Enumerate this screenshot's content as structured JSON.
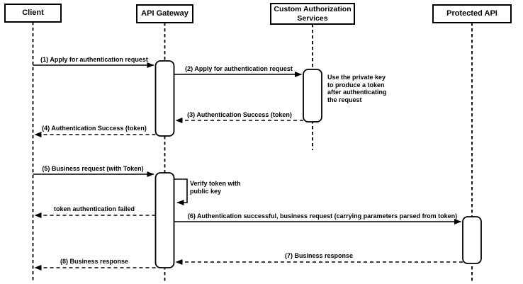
{
  "diagram": {
    "type": "sequence-diagram",
    "colors": {
      "background": "#ffffff",
      "stroke": "#000000",
      "fill": "#ffffff"
    },
    "actors": [
      {
        "id": "client",
        "label": "Client"
      },
      {
        "id": "api-gateway",
        "label": "API Gateway"
      },
      {
        "id": "custom-auth",
        "label": "Custom Authorization Services"
      },
      {
        "id": "protected-api",
        "label": "Protected API"
      }
    ],
    "messages": [
      {
        "label": "(1) Apply for authentication request",
        "from": "client",
        "to": "api-gateway",
        "style": "solid"
      },
      {
        "label": "(2) Apply for authentication request",
        "from": "api-gateway",
        "to": "custom-auth",
        "style": "solid"
      },
      {
        "label": "(3) Authentication Success (token)",
        "from": "custom-auth",
        "to": "api-gateway",
        "style": "dashed"
      },
      {
        "label": "(4) Authentication Success (token)",
        "from": "api-gateway",
        "to": "client",
        "style": "dashed"
      },
      {
        "label": "(5) Business request (with Token)",
        "from": "client",
        "to": "api-gateway",
        "style": "solid"
      },
      {
        "label": "Verify token with public key",
        "from": "api-gateway",
        "to": "api-gateway",
        "style": "self"
      },
      {
        "label": "token authentication failed",
        "from": "api-gateway",
        "to": "client",
        "style": "dashed"
      },
      {
        "label": "(6) Authentication successful, business request (carrying parameters parsed from token)",
        "from": "api-gateway",
        "to": "protected-api",
        "style": "solid"
      },
      {
        "label": "(7) Business response",
        "from": "protected-api",
        "to": "api-gateway",
        "style": "dashed"
      },
      {
        "label": "(8) Business response",
        "from": "api-gateway",
        "to": "client",
        "style": "dashed"
      }
    ],
    "note": "Use the private key to produce a token after authenticating the request"
  }
}
